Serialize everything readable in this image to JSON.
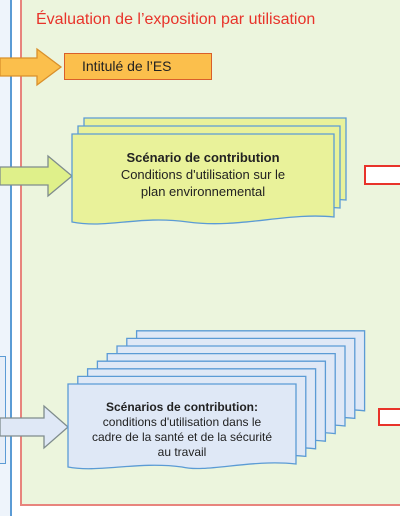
{
  "panel": {
    "title": "Évaluation de l’exposition par utilisation"
  },
  "es_title": {
    "label": "Intitulé de l’ES"
  },
  "environment_scenario": {
    "heading": "Scénario de contribution",
    "line1": "Conditions d'utilisation sur le",
    "line2": "plan environnemental"
  },
  "worker_scenarios": {
    "heading": "Scénarios de contribution:",
    "line1": "conditions d'utilisation dans le",
    "line2": "cadre de la santé et de la sécurité",
    "line3": "au travail"
  },
  "colors": {
    "panel_border": "#e8847d",
    "title_red": "#e8332a",
    "orange_box": "#fbbf4c",
    "yellow_green_doc": "#e9f29a",
    "light_blue_doc": "#dfe8f6",
    "doc_border": "#5b9bd5"
  }
}
